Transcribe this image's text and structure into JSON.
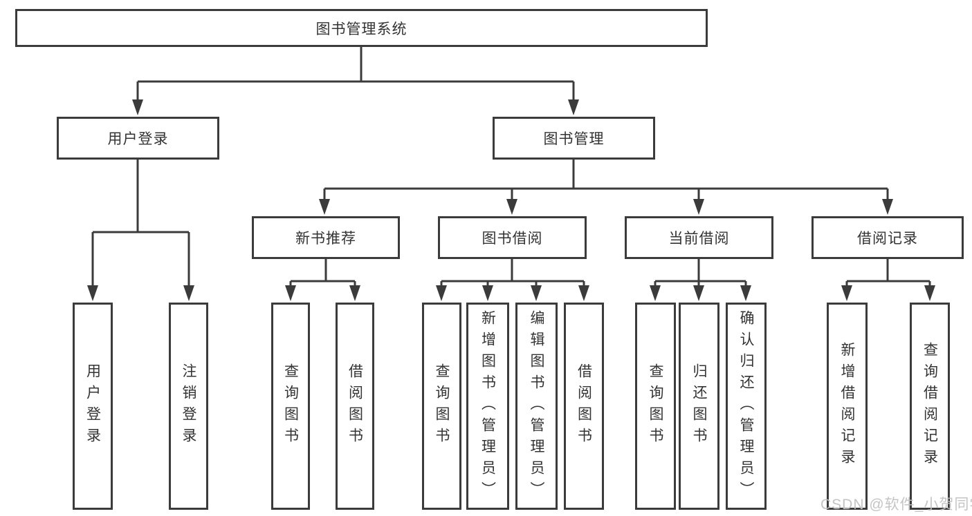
{
  "colors": {
    "line": "#3b3b3b",
    "box_border": "#3b3b3b",
    "text": "#333333",
    "background": "#ffffff",
    "watermark": "#c1c1c1"
  },
  "watermark": {
    "text": "CSDN @软件_小贺同学"
  },
  "tree": {
    "label": "图书管理系统",
    "children": [
      {
        "label": "用户登录",
        "children": [
          {
            "label": "用户登录"
          },
          {
            "label": "注销登录"
          }
        ]
      },
      {
        "label": "图书管理",
        "children": [
          {
            "label": "新书推荐",
            "children": [
              {
                "label": "查询图书"
              },
              {
                "label": "借阅图书"
              }
            ]
          },
          {
            "label": "图书借阅",
            "children": [
              {
                "label": "查询图书"
              },
              {
                "label": "新增图书（管理员）"
              },
              {
                "label": "编辑图书（管理员）"
              },
              {
                "label": "借阅图书"
              }
            ]
          },
          {
            "label": "当前借阅",
            "children": [
              {
                "label": "查询图书"
              },
              {
                "label": "归还图书"
              },
              {
                "label": "确认归还（管理员）"
              }
            ]
          },
          {
            "label": "借阅记录",
            "children": [
              {
                "label": "新增借阅记录"
              },
              {
                "label": "查询借阅记录"
              }
            ]
          }
        ]
      }
    ]
  }
}
